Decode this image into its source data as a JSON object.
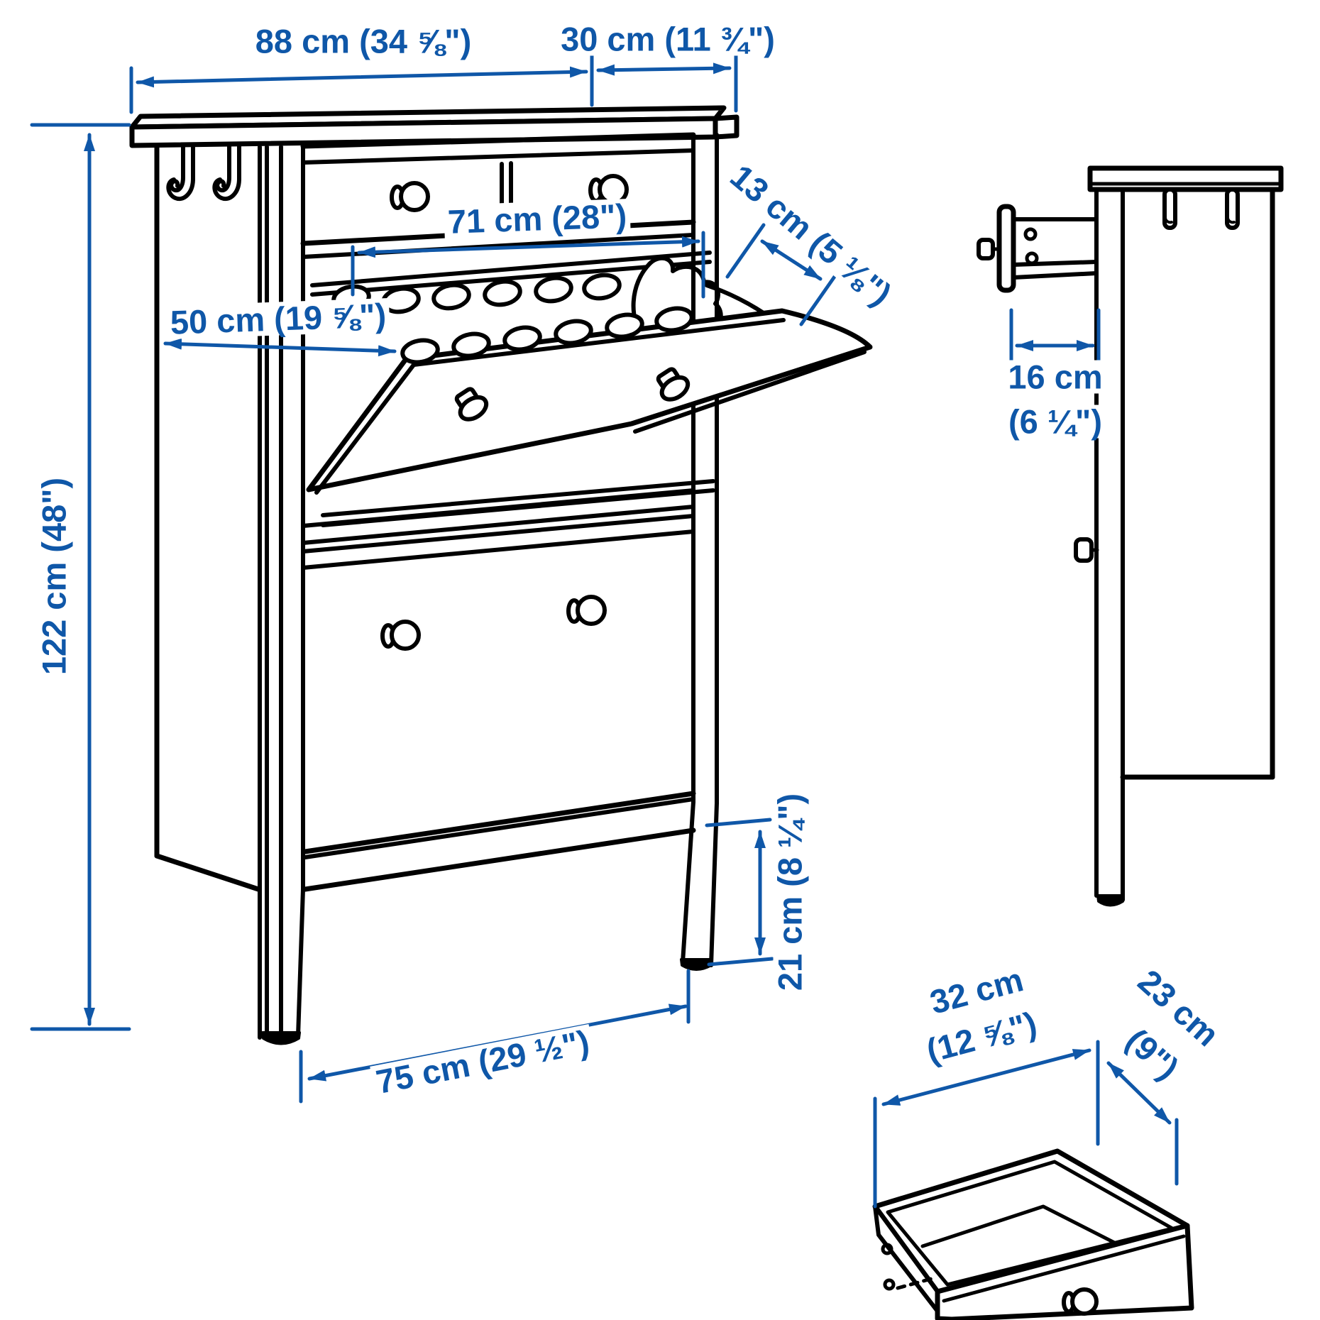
{
  "diagram": {
    "product": "shoe cabinet dimension diagram",
    "views": [
      "front view with open shoe compartment",
      "side profile view",
      "interior drawer detail"
    ]
  },
  "labels": {
    "dim88": "88 cm (34 ⅝\")",
    "dim30": "30 cm (11 ¾\")",
    "dim71": "71 cm (28\")",
    "dim50": "50 cm (19 ⅝\")",
    "dim13": "13 cm (5 ⅛\")",
    "dim122": "122 cm (48\")",
    "dim21": "21 cm (8 ¼\")",
    "dim75": "75 cm (29 ½\")",
    "dim16cm": "16 cm",
    "dim16in": "(6 ¼\")",
    "dim32cm": "32 cm",
    "dim32in": "(12 ⅝\")",
    "dim23cm": "23 cm",
    "dim23in": "(9\")"
  },
  "colors": {
    "dimension_blue": "#0f57a8",
    "linework_black": "#000000",
    "background": "#ffffff"
  }
}
